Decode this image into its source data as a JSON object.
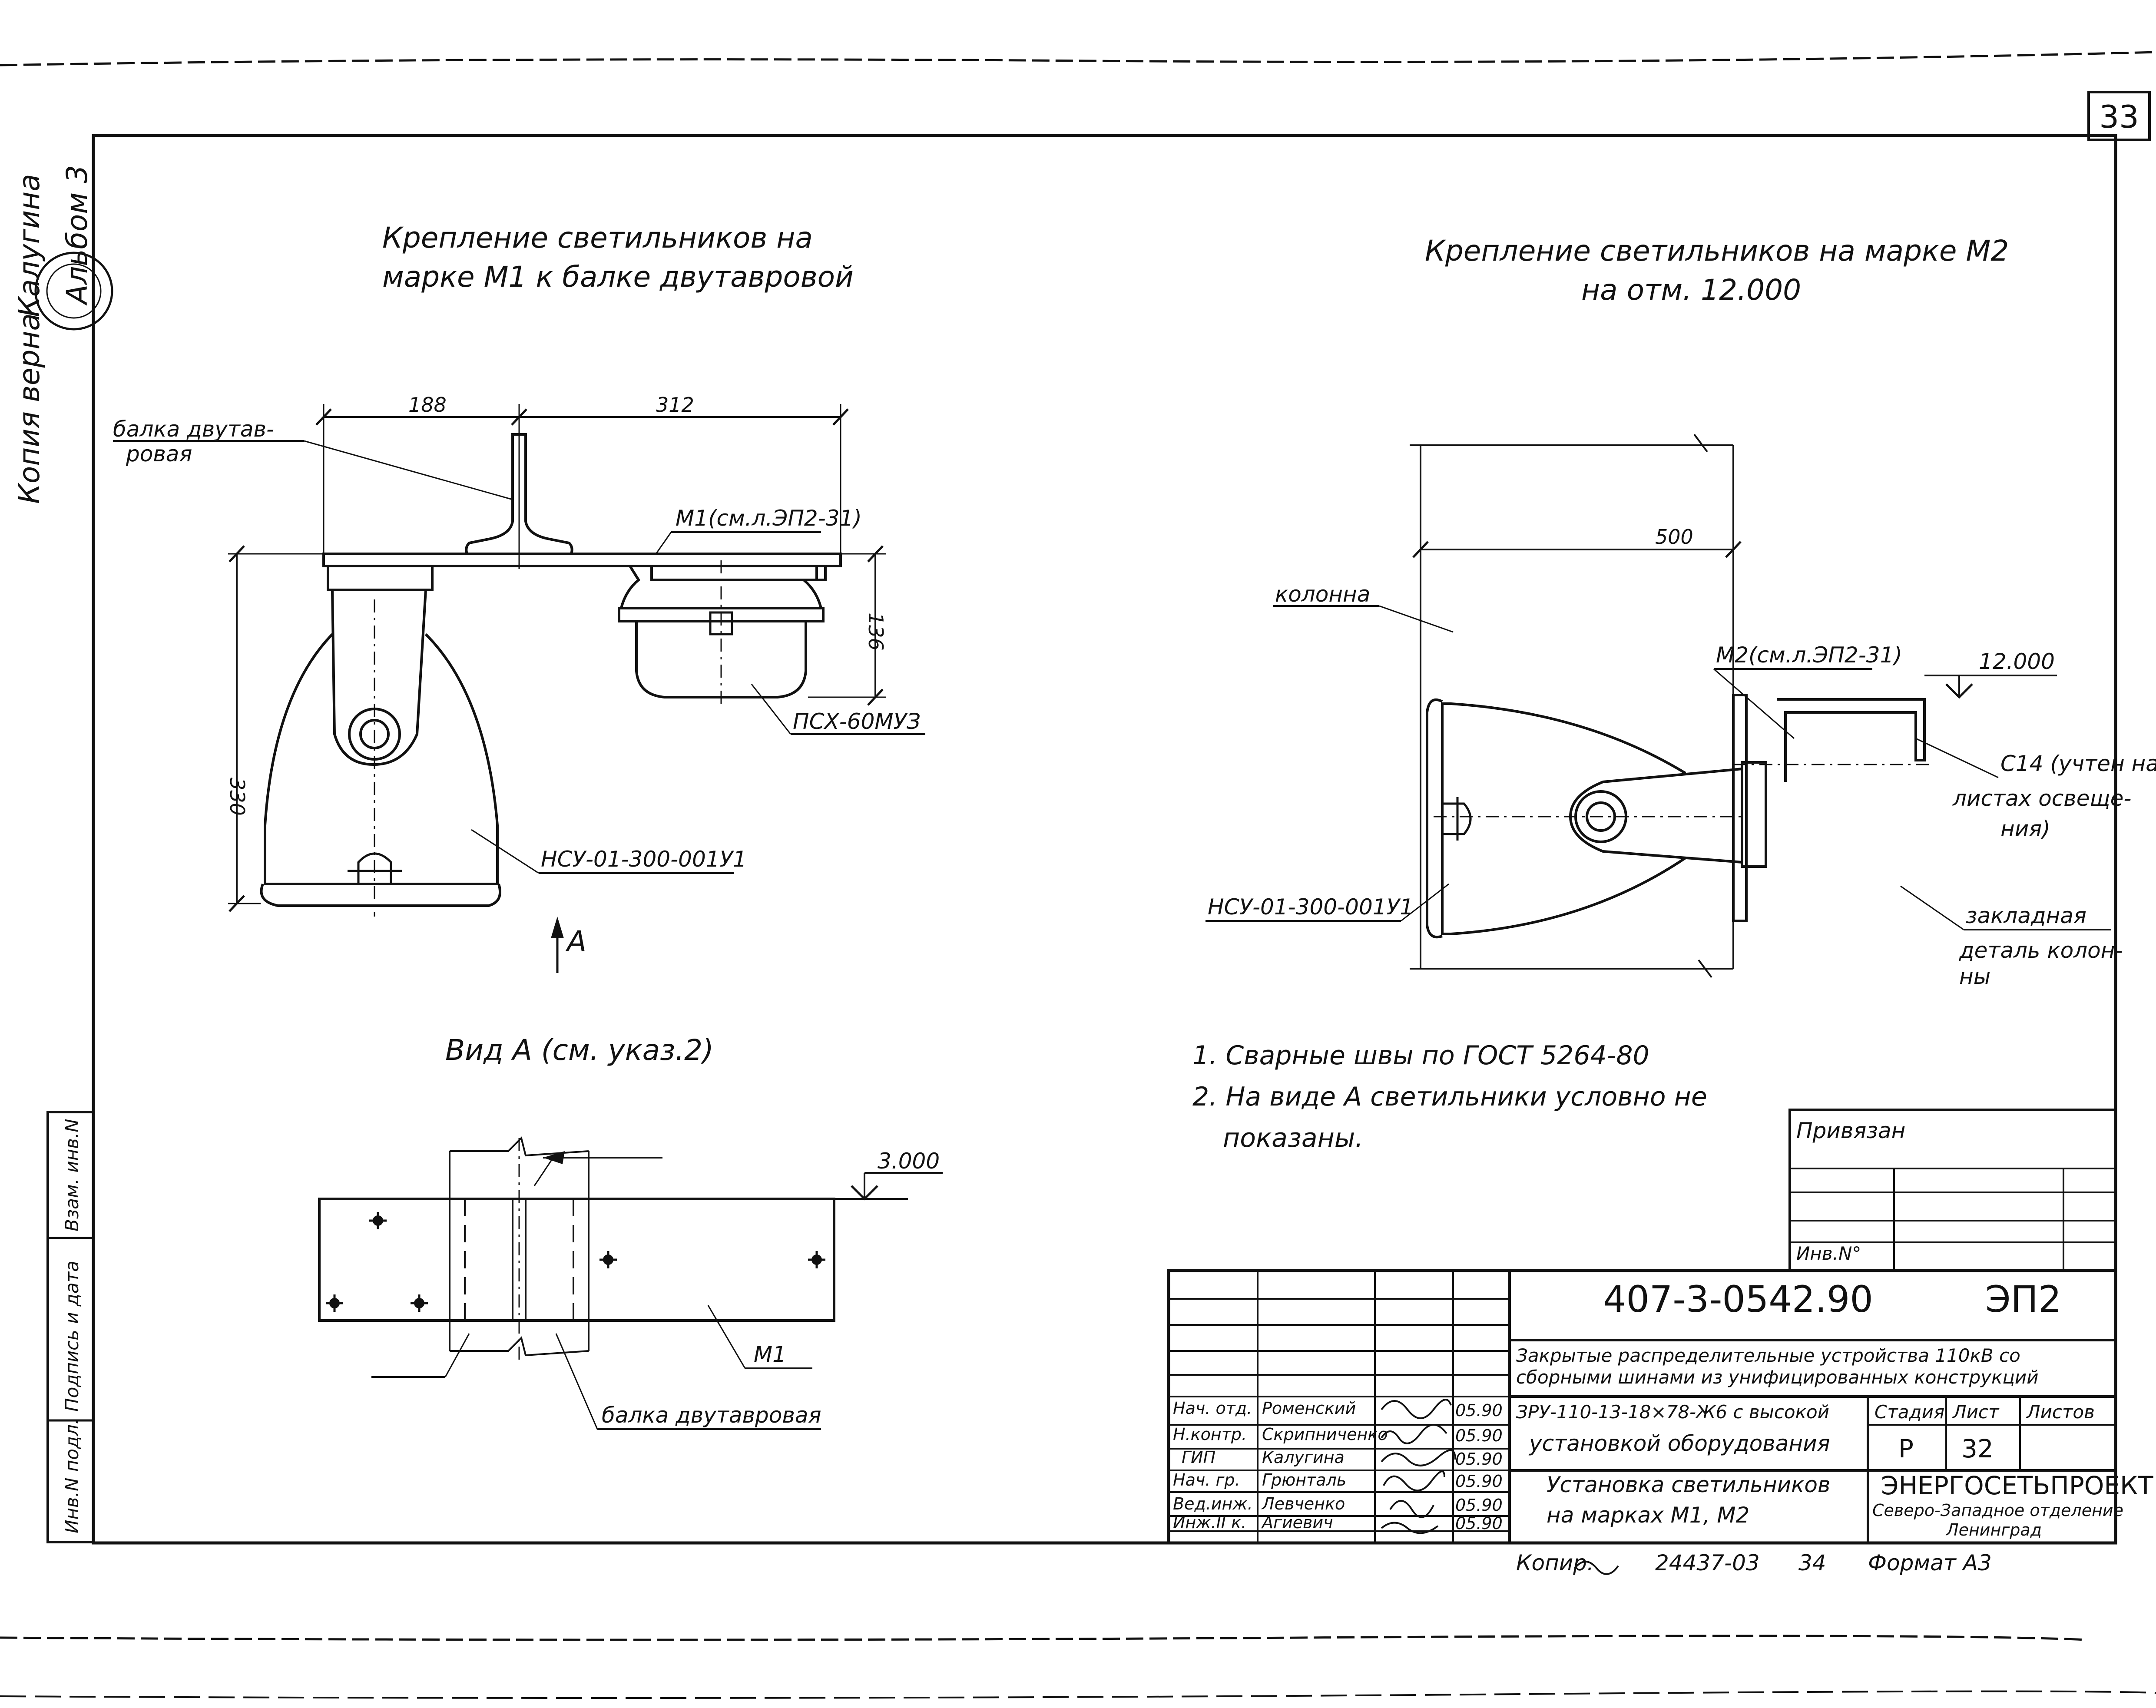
{
  "sheet_number": "33",
  "margin_left": {
    "copy_note": "Копия верна",
    "signature_name": "Калугина",
    "album": "Альбом 3",
    "side_box_labels": [
      "Взам. инв.N",
      "Подпись и дата",
      "Инв.N подл."
    ]
  },
  "left_view": {
    "title_line1": "Крепление светильников на",
    "title_line2": "марке М1 к балке двутавровой",
    "label_beam_line1": "балка двутав-",
    "label_beam_line2": "ровая",
    "label_m1_ref": "М1(см.л.ЭП2-31)",
    "label_psx": "ПСХ-60МУЗ",
    "label_nsu": "НСУ-01-300-001У1",
    "dim_188": "188",
    "dim_312": "312",
    "dim_330": "330",
    "dim_136": "136",
    "arrow_label": "А"
  },
  "right_view": {
    "title_line1": "Крепление светильников на марке М2",
    "title_line2": "на отм. 12.000",
    "dim_500": "500",
    "label_column": "колонна",
    "label_m2_ref": "М2(см.л.ЭП2-31)",
    "level_mark": "12.000",
    "label_c14_line1": "С14 (учтен на",
    "label_c14_line2": "листах освеще-",
    "label_c14_line3": "ния)",
    "label_nsu": "НСУ-01-300-001У1",
    "label_embed_line1": "закладная",
    "label_embed_line2": "деталь колон-",
    "label_embed_line3": "ны"
  },
  "view_a": {
    "title": "Вид А (см. указ.2)",
    "level_mark": "3.000",
    "label_m1": "М1",
    "label_beam": "балка двутавровая"
  },
  "notes": {
    "line1": "1. Сварные швы по ГОСТ 5264-80",
    "line2": "2. На виде А светильники условно не",
    "line3": "показаны."
  },
  "attachment_box": {
    "title": "Привязан",
    "inv_label": "Инв.N°"
  },
  "title_block": {
    "doc_code": "407-3-0542.90",
    "sheet_code": "ЭП2",
    "project_line1": "Закрытые распределительные устройства 110кВ со",
    "project_line2": "сборными шинами из унифицированных конструкций",
    "object_line1": "ЗРУ-110-13-18×78-Ж6 с высокой",
    "object_line2": "установкой оборудования",
    "col_stage": "Стадия",
    "col_sheet": "Лист",
    "col_sheets": "Листов",
    "stage_value": "Р",
    "sheet_value": "32",
    "sheets_value": "",
    "drawing_title_line1": "Установка светильников",
    "drawing_title_line2": "на марках М1, М2",
    "org_line1": "ЭНЕРГОСЕТЬПРОЕКТ",
    "org_line2": "Северо-Западное отделение",
    "org_line3": "Ленинград",
    "signers": [
      {
        "role": "Нач. отд.",
        "name": "Роменский",
        "date": "05.90"
      },
      {
        "role": "Н.контр.",
        "name": "Скрипниченко",
        "date": "05.90"
      },
      {
        "role": "ГИП",
        "name": "Калугина",
        "date": "05.90"
      },
      {
        "role": "Нач. гр.",
        "name": "Грюнталь",
        "date": "05.90"
      },
      {
        "role": "Вед.инж.",
        "name": "Левченко",
        "date": "05.90"
      },
      {
        "role": "Инж.II к.",
        "name": "Агиевич",
        "date": "05.90"
      }
    ],
    "copy_label": "Копир.",
    "copy_number": "24437-03",
    "copy_page": "34",
    "format_label": "Формат А3"
  }
}
